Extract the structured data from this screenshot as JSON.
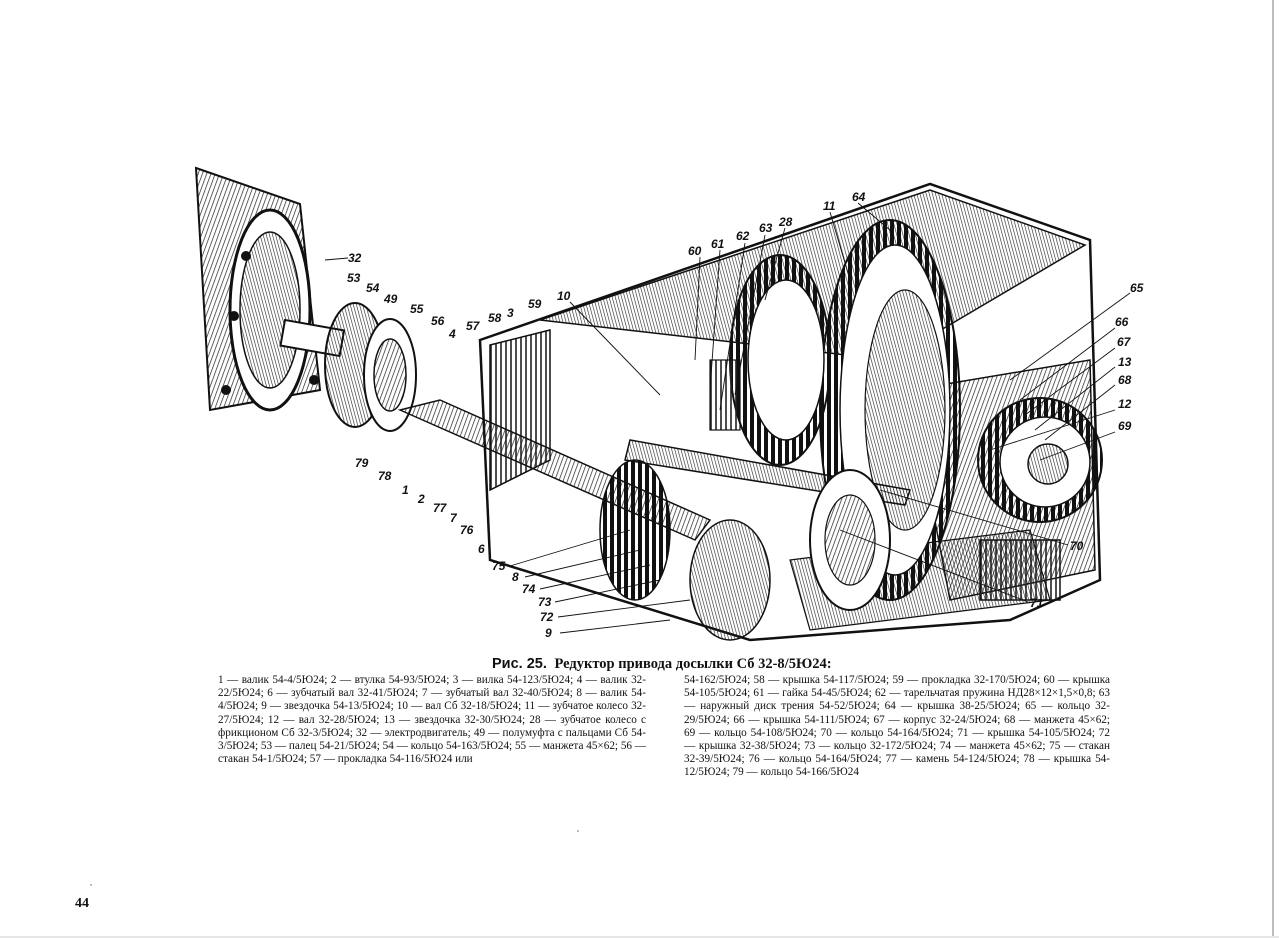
{
  "figure": {
    "description_hidden": "",
    "callouts": [
      "32",
      "53",
      "54",
      "49",
      "55",
      "56",
      "4",
      "57",
      "58",
      "3",
      "59",
      "10",
      "60",
      "61",
      "62",
      "63",
      "28",
      "11",
      "64",
      "65",
      "66",
      "67",
      "13",
      "68",
      "12",
      "69",
      "70",
      "71",
      "72",
      "9",
      "73",
      "74",
      "8",
      "75",
      "6",
      "76",
      "7",
      "77",
      "2",
      "1",
      "78",
      "79"
    ]
  },
  "caption": {
    "label": "Рис. 25.",
    "text": "Редуктор привода досылки Сб 32-8/5Ю24:"
  },
  "legend": {
    "left": "1 — валик 54-4/5Ю24; 2 — втулка 54-93/5Ю24; 3 — вилка 54-123/5Ю24; 4 — валик 32-22/5Ю24; 6 — зубчатый вал 32-41/5Ю24; 7 — зубчатый вал 32-40/5Ю24; 8 — валик 54-4/5Ю24; 9 — звездочка 54-13/5Ю24; 10 — вал Сб 32-18/5Ю24; 11 — зубчатое колесо 32-27/5Ю24; 12 — вал 32-28/5Ю24; 13 — звездочка 32-30/5Ю24; 28 — зубчатое колесо с фрикционом Сб 32-3/5Ю24; 32 — электродвигатель; 49 — полумуфта с пальцами Сб 54-3/5Ю24; 53 — палец 54-21/5Ю24; 54 — кольцо 54-163/5Ю24; 55 — манжета 45×62; 56 — стакан 54-1/5Ю24; 57 — прокладка 54-116/5Ю24 или",
    "right": "54-162/5Ю24; 58 — крышка 54-117/5Ю24; 59 — прокладка 32-170/5Ю24; 60 — крышка 54-105/5Ю24; 61 — гайка 54-45/5Ю24; 62 — тарельчатая пружина НД28×12×1,5×0,8; 63 — наружный диск трения 54-52/5Ю24; 64 — крышка 38-25/5Ю24; 65 — кольцо 32-29/5Ю24; 66 — крышка 54-111/5Ю24; 67 — корпус 32-24/5Ю24; 68 — манжета 45×62; 69 — кольцо 54-108/5Ю24; 70 — кольцо 54-164/5Ю24; 71 — крышка 54-105/5Ю24; 72 — крышка 32-38/5Ю24; 73 — кольцо 32-172/5Ю24; 74 — манжета 45×62; 75 — стакан 32-39/5Ю24; 76 — кольцо 54-164/5Ю24; 77 — камень 54-124/5Ю24; 78 — крышка 54-12/5Ю24; 79 — кольцо 54-166/5Ю24"
  },
  "page_number": "44"
}
